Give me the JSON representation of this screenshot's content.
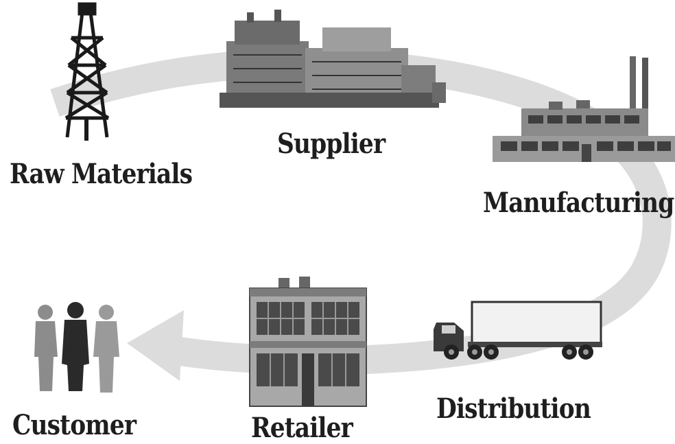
{
  "stages": {
    "raw_materials": "Raw Materials",
    "supplier": "Supplier",
    "manufacturing": "Manufacturing",
    "distribution": "Distribution",
    "retailer": "Retailer",
    "customer": "Customer"
  },
  "icons": [
    "oil-derrick-icon",
    "industrial-plant-icon",
    "factory-icon",
    "truck-icon",
    "store-building-icon",
    "people-icon"
  ],
  "colors": {
    "arrow": "#d9d9d9",
    "ink": "#1e1e1e",
    "dark": "#2b2b2b",
    "mid": "#8a8a8a"
  }
}
